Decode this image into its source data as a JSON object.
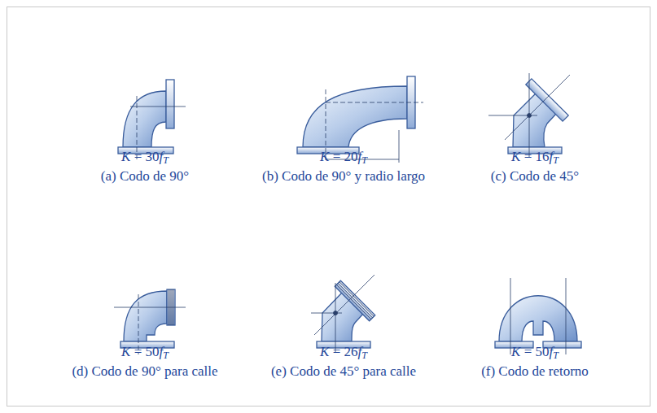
{
  "diagram": {
    "labels": [
      "K = 30fT",
      "(a) Codo de 90°",
      "K = 20fT",
      "(b) Codo de 90° y radio largo",
      "K = 16fT",
      "(c) Codo de 45°",
      "K = 50fT",
      "(d) Codo de 90° para calle",
      "K = 26fT",
      "(e) Codo de 45° para calle",
      "K = 50fT",
      "(f) Codo de retorno"
    ]
  }
}
